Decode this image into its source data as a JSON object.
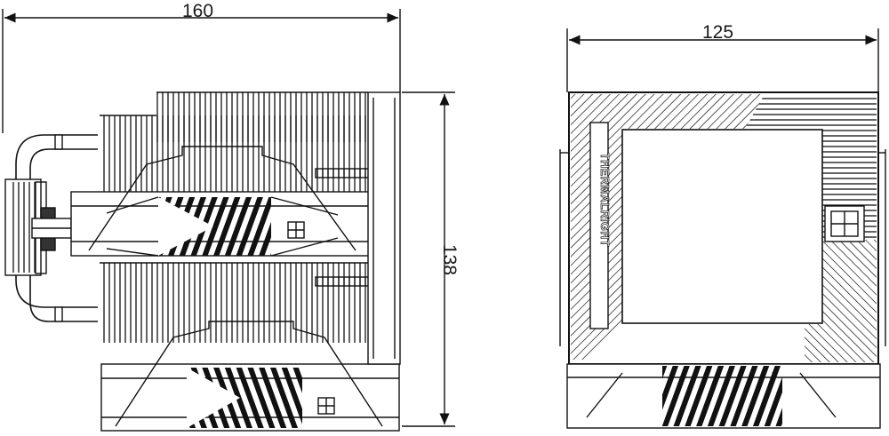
{
  "dimensions": {
    "width_side": "160",
    "width_front": "125",
    "height": "138"
  },
  "brand": "THERMALRIGHT",
  "colors": {
    "line": "#111111",
    "background": "#ffffff"
  }
}
